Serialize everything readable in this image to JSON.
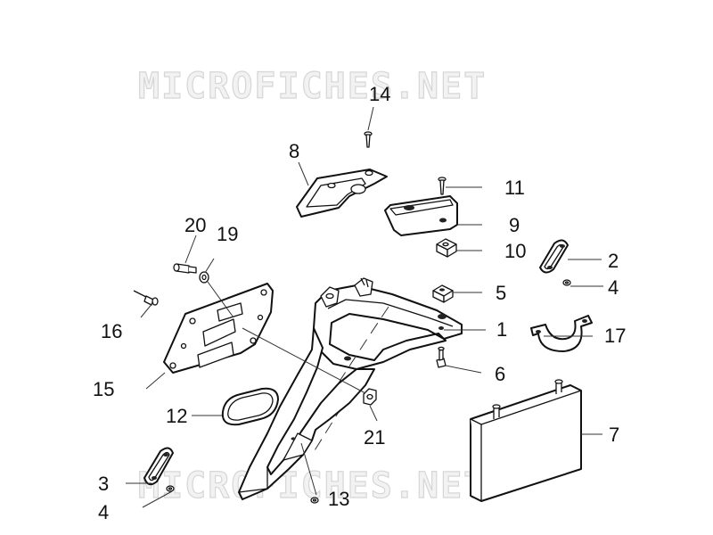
{
  "watermark": {
    "text_top": "MICROFICHES.NET",
    "text_bottom": "MICROFICHES.NET"
  },
  "callouts": [
    {
      "id": "c1",
      "label": "1"
    },
    {
      "id": "c2",
      "label": "2"
    },
    {
      "id": "c3",
      "label": "3"
    },
    {
      "id": "c4a",
      "label": "4"
    },
    {
      "id": "c4b",
      "label": "4"
    },
    {
      "id": "c5",
      "label": "5"
    },
    {
      "id": "c6",
      "label": "6"
    },
    {
      "id": "c7",
      "label": "7"
    },
    {
      "id": "c8",
      "label": "8"
    },
    {
      "id": "c9",
      "label": "9"
    },
    {
      "id": "c10",
      "label": "10"
    },
    {
      "id": "c11",
      "label": "11"
    },
    {
      "id": "c12",
      "label": "12"
    },
    {
      "id": "c13",
      "label": "13"
    },
    {
      "id": "c14",
      "label": "14"
    },
    {
      "id": "c15",
      "label": "15"
    },
    {
      "id": "c16",
      "label": "16"
    },
    {
      "id": "c17",
      "label": "17"
    },
    {
      "id": "c19",
      "label": "19"
    },
    {
      "id": "c20",
      "label": "20"
    },
    {
      "id": "c21",
      "label": "21"
    }
  ]
}
